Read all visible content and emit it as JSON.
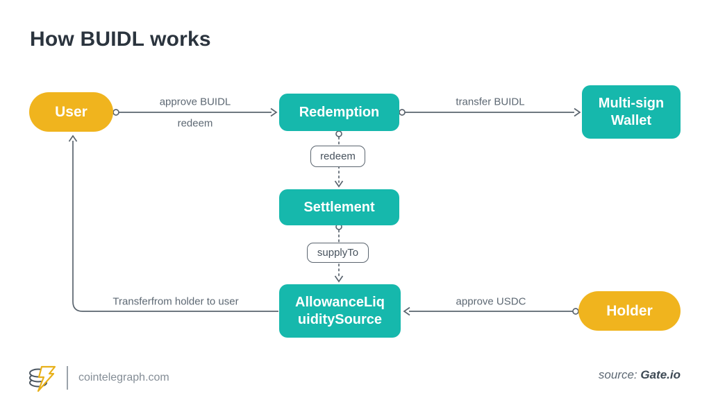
{
  "title": "How BUIDL works",
  "colors": {
    "teal": "#16b8ac",
    "yellow": "#f0b41e",
    "line_gray": "#5a646e",
    "label_gray": "#5d6873",
    "title_dark": "#2b343e"
  },
  "nodes": {
    "user": {
      "label": "User"
    },
    "redemption": {
      "label": "Redemption"
    },
    "multisig_wallet": {
      "label": "Multi-sign Wallet",
      "lines": [
        "Multi-sign",
        "Wallet"
      ]
    },
    "settlement": {
      "label": "Settlement"
    },
    "allowance_liquidity_source": {
      "label": "AllowanceLiquiditySource",
      "lines": [
        "AllowanceLiq",
        "uiditySource"
      ]
    },
    "holder": {
      "label": "Holder"
    }
  },
  "edge_labels": {
    "approve_buidl": "approve BUIDL",
    "redeem_under_line": "redeem",
    "transfer_buidl": "transfer BUIDL",
    "redeem_tag": "redeem",
    "supply_to_tag": "supplyTo",
    "transfer_from": "Transferfrom holder to user",
    "approve_usdc": "approve USDC"
  },
  "footer": {
    "site": "cointelegraph.com",
    "source_label": "source:",
    "source_value": "Gate.io"
  }
}
